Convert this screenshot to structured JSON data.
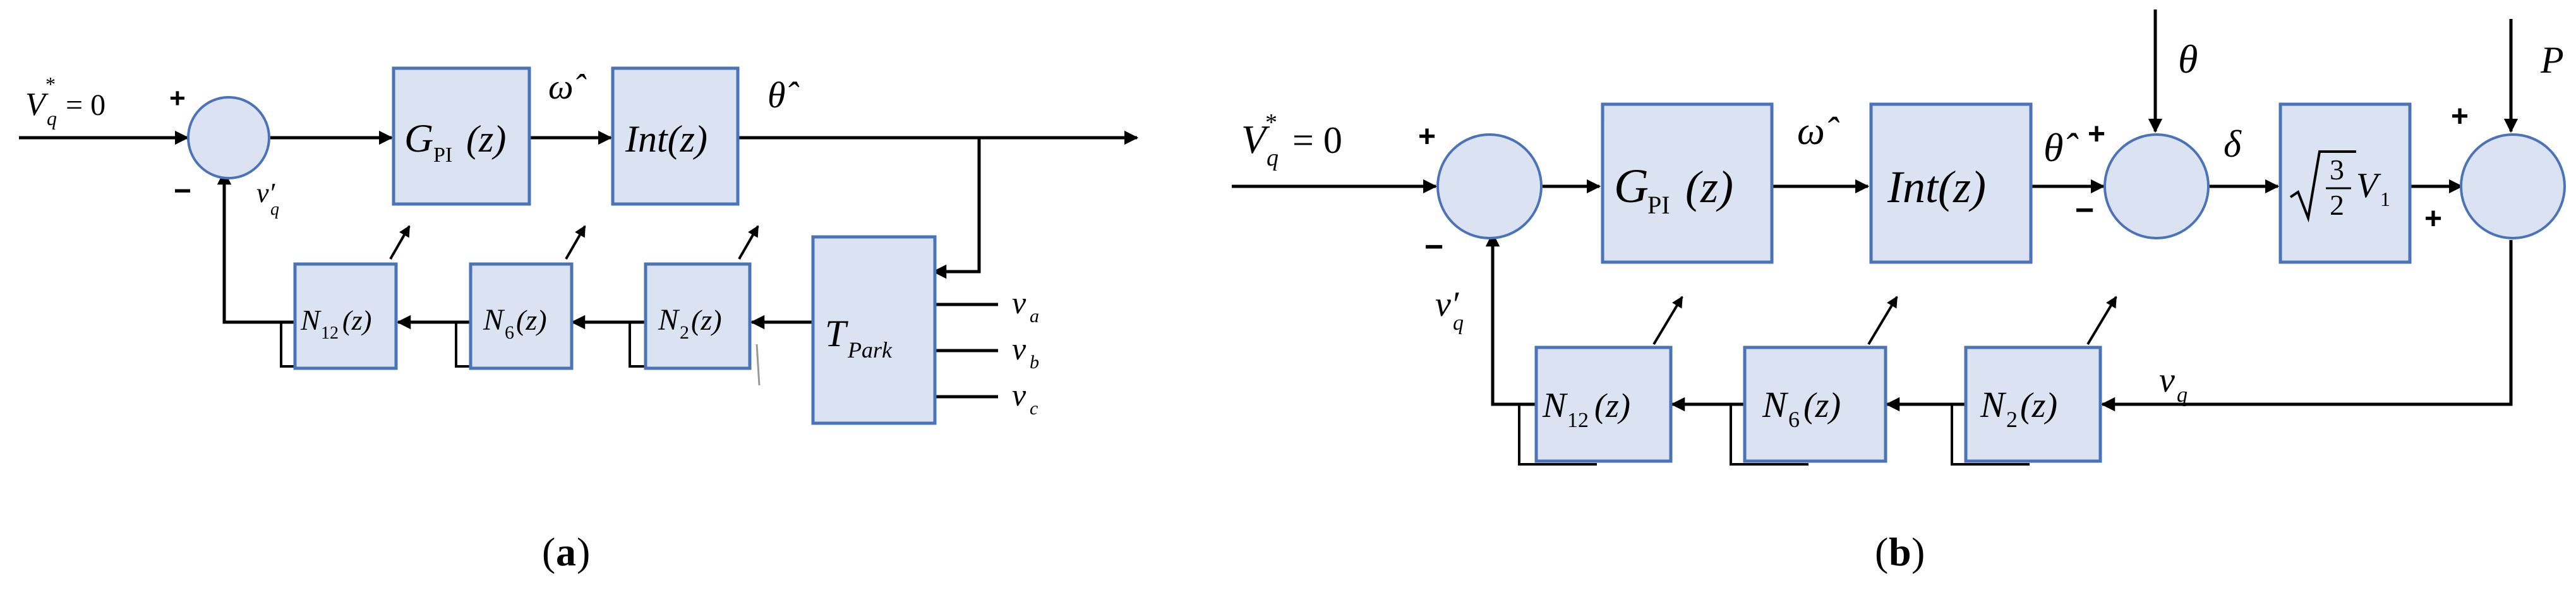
{
  "panel_a": {
    "input": "V",
    "input_sub": "q",
    "input_sup": "*",
    "input_value": "= 0",
    "sum_plus": "+",
    "sum_minus": "−",
    "feedback": "v′",
    "feedback_sub": "q",
    "pi_block": "G",
    "pi_sub": "PI",
    "pi_arg": "(z)",
    "omega_hat": "ω̂",
    "int_block": "Int(z)",
    "theta_hat": "θ̂",
    "park_block": "T",
    "park_sub": "Park",
    "n12": "N",
    "n12_sub": "12",
    "n6": "N",
    "n6_sub": "6",
    "n2": "N",
    "n2_sub": "2",
    "n_arg": "(z)",
    "va": "v",
    "va_sub": "a",
    "vb": "v",
    "vb_sub": "b",
    "vc": "v",
    "vc_sub": "c",
    "caption_open": "(",
    "caption_letter": "a",
    "caption_close": ")"
  },
  "panel_b": {
    "input": "V",
    "input_sub": "q",
    "input_sup": "*",
    "input_value": "= 0",
    "sum_plus": "+",
    "sum_minus": "−",
    "feedback": "v′",
    "feedback_sub": "q",
    "pi_block": "G",
    "pi_sub": "PI",
    "pi_arg": "(z)",
    "omega_hat": "ω̂",
    "int_block": "Int(z)",
    "theta_hat": "θ̂",
    "theta": "θ",
    "theta_plus": "+",
    "theta_minus": "−",
    "delta": "δ",
    "gain_num": "3",
    "gain_den": "2",
    "gain_v": "V",
    "gain_v_sub": "1",
    "p": "P",
    "p_plus": "+",
    "gain_plus": "+",
    "vq": "v",
    "vq_sub": "q",
    "n12": "N",
    "n12_sub": "12",
    "n6": "N",
    "n6_sub": "6",
    "n2": "N",
    "n2_sub": "2",
    "n_arg": "(z)",
    "caption_open": "(",
    "caption_letter": "b",
    "caption_close": ")"
  }
}
